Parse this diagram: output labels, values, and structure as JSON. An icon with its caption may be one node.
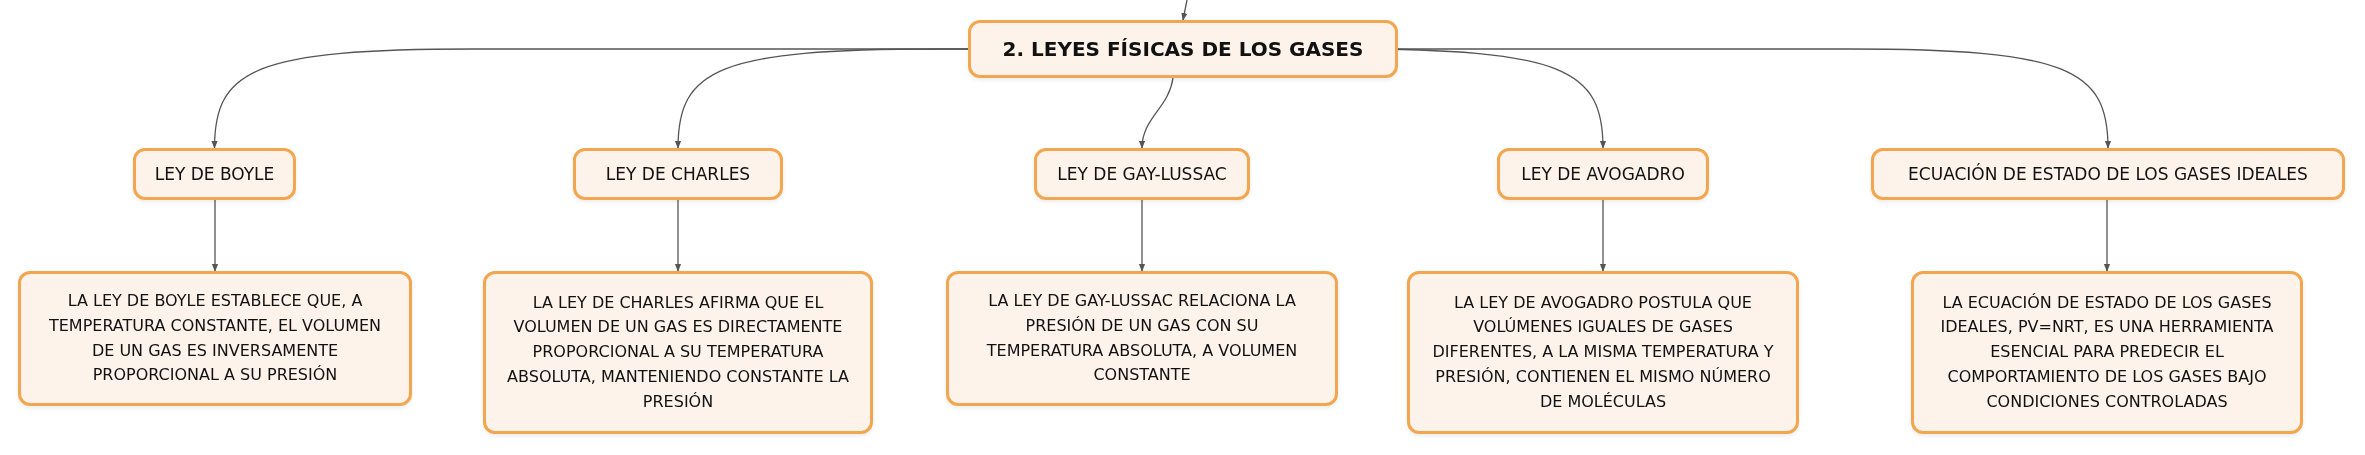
{
  "diagram": {
    "nodes": [
      {
        "text": [
          "2. LEYES FÍSICAS DE LOS GASES"
        ]
      },
      {
        "text": [
          "LEY DE BOYLE"
        ]
      },
      {
        "text": [
          "LEY DE CHARLES"
        ]
      },
      {
        "text": [
          "LEY DE GAY-LUSSAC"
        ]
      },
      {
        "text": [
          "LEY DE AVOGADRO"
        ]
      },
      {
        "text": [
          "ECUACIÓN DE ESTADO DE LOS GASES IDEALES"
        ]
      },
      {
        "text": [
          "LA LEY DE BOYLE ESTABLECE QUE, A TEMPERATURA CONSTANTE, EL VOLUMEN DE UN GAS ES INVERSAMENTE PROPORCIONAL A SU PRESIÓN"
        ]
      },
      {
        "text": [
          "LA LEY DE CHARLES AFIRMA QUE EL VOLUMEN DE UN GAS ES DIRECTAMENTE PROPORCIONAL A SU TEMPERATURA ABSOLUTA, MANTENIENDO CONSTANTE LA PRESIÓN"
        ]
      },
      {
        "text": [
          "LA LEY DE GAY-LUSSAC RELACIONA LA PRESIÓN DE UN GAS CON SU TEMPERATURA ABSOLUTA, A VOLUMEN CONSTANTE"
        ]
      },
      {
        "text": [
          "LA LEY DE AVOGADRO POSTULA QUE VOLÚMENES IGUALES DE GASES DIFERENTES, A LA MISMA TEMPERATURA Y PRESIÓN, CONTIENEN EL MISMO NÚMERO DE MOLÉCULAS"
        ]
      },
      {
        "text": [
          "LA ECUACIÓN DE ESTADO DE LOS GASES IDEALES, PV=NRT, ES UNA HERRAMIENTA ESENCIAL PARA PREDECIR EL COMPORTAMIENTO DE LOS GASES BAJO CONDICIONES CONTROLADAS"
        ]
      }
    ],
    "edges": [
      {
        "from": null,
        "to": 0,
        "arrow": "to"
      },
      {
        "from": 0,
        "to": 1,
        "arrow": "to"
      },
      {
        "from": 0,
        "to": 2,
        "arrow": "to"
      },
      {
        "from": 0,
        "to": 3,
        "arrow": "to"
      },
      {
        "from": 0,
        "to": 4,
        "arrow": "to"
      },
      {
        "from": 0,
        "to": 5,
        "arrow": "to"
      },
      {
        "from": 1,
        "to": 6,
        "arrow": "to"
      },
      {
        "from": 2,
        "to": 7,
        "arrow": "to"
      },
      {
        "from": 3,
        "to": 8,
        "arrow": "to"
      },
      {
        "from": 4,
        "to": 9,
        "arrow": "to"
      },
      {
        "from": 5,
        "to": 10,
        "arrow": "to"
      }
    ]
  }
}
